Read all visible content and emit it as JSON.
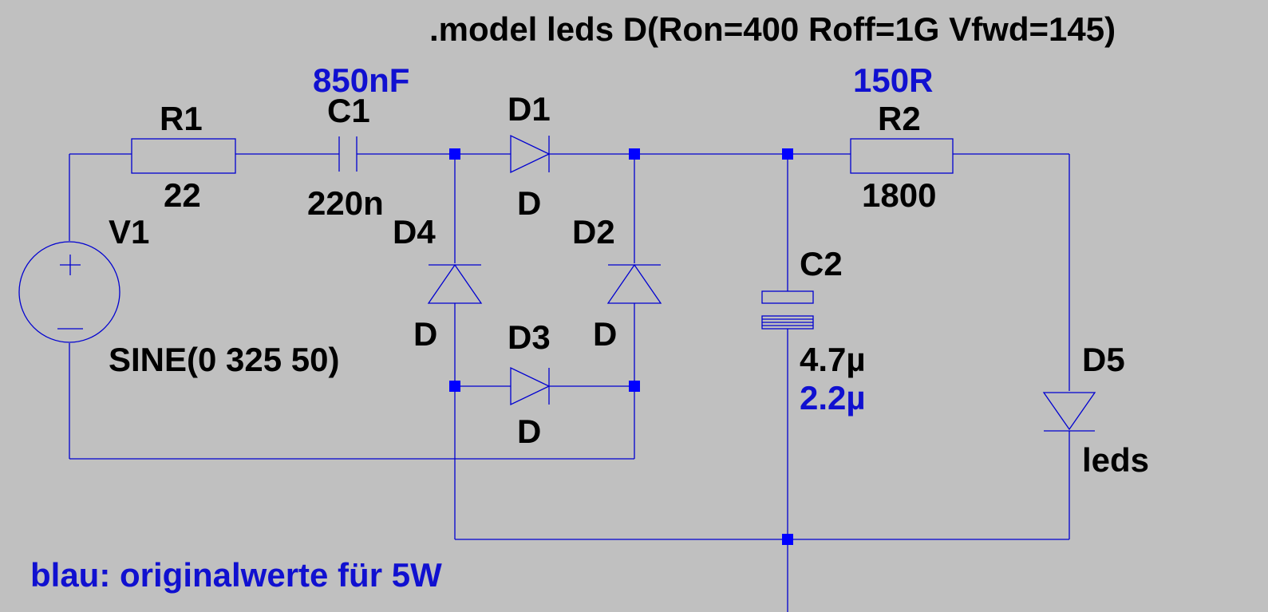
{
  "directive": ".model leds D(Ron=400 Roff=1G Vfwd=145)",
  "note": "blau: originalwerte für 5W",
  "colors": {
    "background": "#c0c0c0",
    "wire": "#0000d0",
    "junction": "#0000ff",
    "label": "#000000",
    "original_value": "#1010d0"
  },
  "components": {
    "v1": {
      "name": "V1",
      "value": "SINE(0 325 50)"
    },
    "r1": {
      "name": "R1",
      "value": "22"
    },
    "c1": {
      "name": "C1",
      "value": "220n",
      "original": "850nF"
    },
    "d1": {
      "name": "D1",
      "model": "D"
    },
    "d2": {
      "name": "D2",
      "model": "D"
    },
    "d3": {
      "name": "D3",
      "model": "D"
    },
    "d4": {
      "name": "D4",
      "model": "D"
    },
    "r2": {
      "name": "R2",
      "value": "1800",
      "original": "150R"
    },
    "c2": {
      "name": "C2",
      "value": "4.7µ",
      "original": "2.2µ"
    },
    "d5": {
      "name": "D5",
      "model": "leds"
    }
  }
}
